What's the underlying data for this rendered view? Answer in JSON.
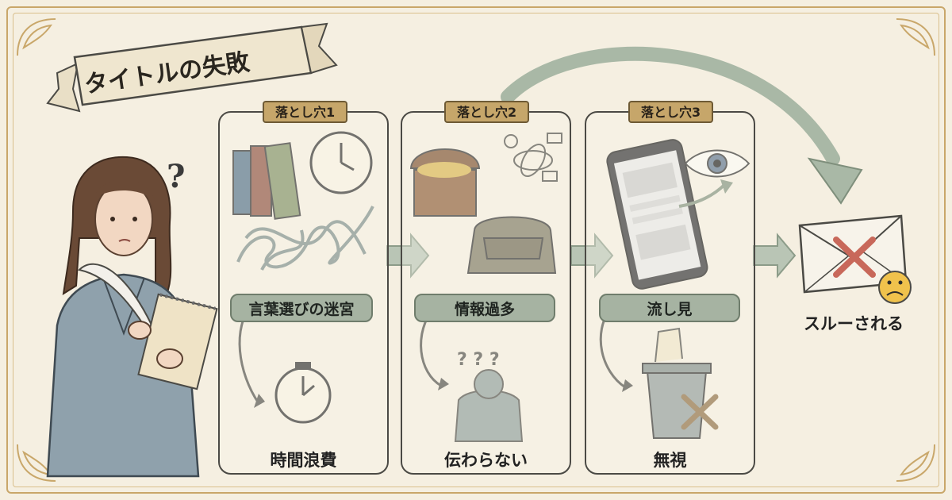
{
  "title": "タイトルの失敗",
  "pitfalls": [
    {
      "tag": "落とし穴1",
      "problem": "言葉選びの迷宮",
      "result": "時間浪費"
    },
    {
      "tag": "落とし穴2",
      "problem": "情報過多",
      "result": "伝わらない"
    },
    {
      "tag": "落とし穴3",
      "problem": "流し見",
      "result": "無視"
    }
  ],
  "outcome": "スルーされる",
  "colors": {
    "background": "#f5efe1",
    "frame_gold": "#c9a76a",
    "tag_gold": "#c6a66a",
    "pill_green": "#a6b3a2",
    "arrow_green": "#a9b8a6",
    "x_red": "#c8685a"
  },
  "icons": [
    "books-icon",
    "clock-icon",
    "stopwatch-icon",
    "treasure-chest-icon",
    "satchel-icon",
    "confused-person-icon",
    "smartphone-icon",
    "eye-icon",
    "trash-can-icon",
    "envelope-icon",
    "sad-face-icon",
    "question-mark-icon",
    "quill-icon",
    "notepad-icon"
  ]
}
